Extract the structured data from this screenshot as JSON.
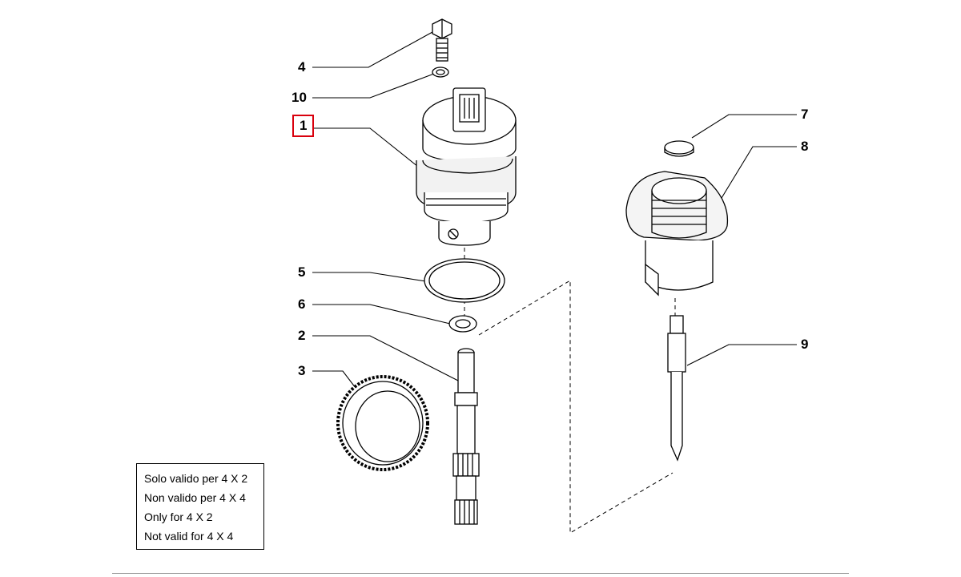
{
  "callouts": {
    "c4": "4",
    "c10": "10",
    "c1": "1",
    "c5": "5",
    "c6": "6",
    "c2": "2",
    "c3": "3",
    "c7": "7",
    "c8": "8",
    "c9": "9"
  },
  "highlighted_callout": "1",
  "highlight_color": "#d9000d",
  "note": {
    "lines": [
      "Solo valido per 4 X 2",
      "Non valido per 4 X 4",
      "Only for 4 X 2",
      "Not valid for 4 X 4"
    ]
  }
}
